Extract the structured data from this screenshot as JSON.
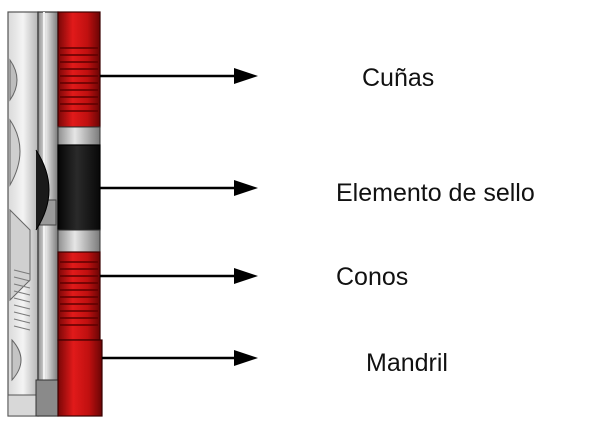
{
  "diagram": {
    "labels": [
      {
        "id": "cunas",
        "text": "Cuñas"
      },
      {
        "id": "elemento-de-sello",
        "text": "Elemento de sello"
      },
      {
        "id": "conos",
        "text": "Conos"
      },
      {
        "id": "mandril",
        "text": "Mandril"
      }
    ],
    "colors": {
      "red": "#d41414",
      "red_dark": "#8e0a0a",
      "black_body": "#141414",
      "steel": "#c8c8c8",
      "arrow": "#000000"
    }
  }
}
